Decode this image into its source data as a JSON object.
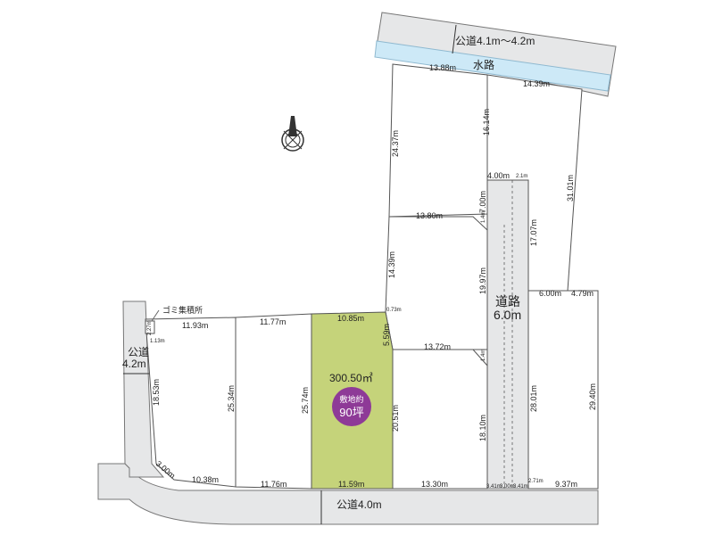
{
  "roads": {
    "north_road": "公道4.1m～4.2m",
    "waterway": "水路",
    "private_road": "道路",
    "private_road_width": "6.0m",
    "west_road": "公道",
    "west_road_width": "4.2m",
    "south_road": "公道4.0m"
  },
  "garbage": "ゴミ集積所",
  "highlight": {
    "area": "300.50㎡",
    "badge_line1": "敷地約",
    "badge_line2": "90坪"
  },
  "dims": {
    "d1": "13.88m",
    "d2": "14.39m",
    "d3": "16.14m",
    "d4": "24.37m",
    "d5": "31.01m",
    "d6": "4.00m",
    "d7": "7.00m",
    "d8": "13.80m",
    "d9": "17.07m",
    "d10": "14.39m",
    "d11": "19.97m",
    "d12": "6.00m",
    "d13": "4.79m",
    "d14": "11.93m",
    "d15": "11.77m",
    "d16": "10.85m",
    "d17": "5.59m",
    "d18": "13.72m",
    "d19": "18.53m",
    "d20": "25.34m",
    "d21": "25.74m",
    "d22": "20.51m",
    "d23": "18.10m",
    "d24": "28.01m",
    "d25": "29.40m",
    "d26": "3.00m",
    "d27": "10.38m",
    "d28": "11.76m",
    "d29": "11.59m",
    "d30": "13.30m",
    "d31": "9.37m",
    "s1": "2.1m",
    "s2": "1.4m",
    "s3": "0.73m",
    "s4": "2.27m",
    "s5": "1.13m",
    "s6": "1.4m",
    "s7": "3.41m",
    "s8": "3.00m",
    "s9": "3.41m",
    "s10": "2.71m"
  },
  "colors": {
    "highlight_lot": "#c5d37a",
    "badge": "#8e3a97",
    "waterway": "#cde9f7",
    "road": "#e6e7e8"
  }
}
